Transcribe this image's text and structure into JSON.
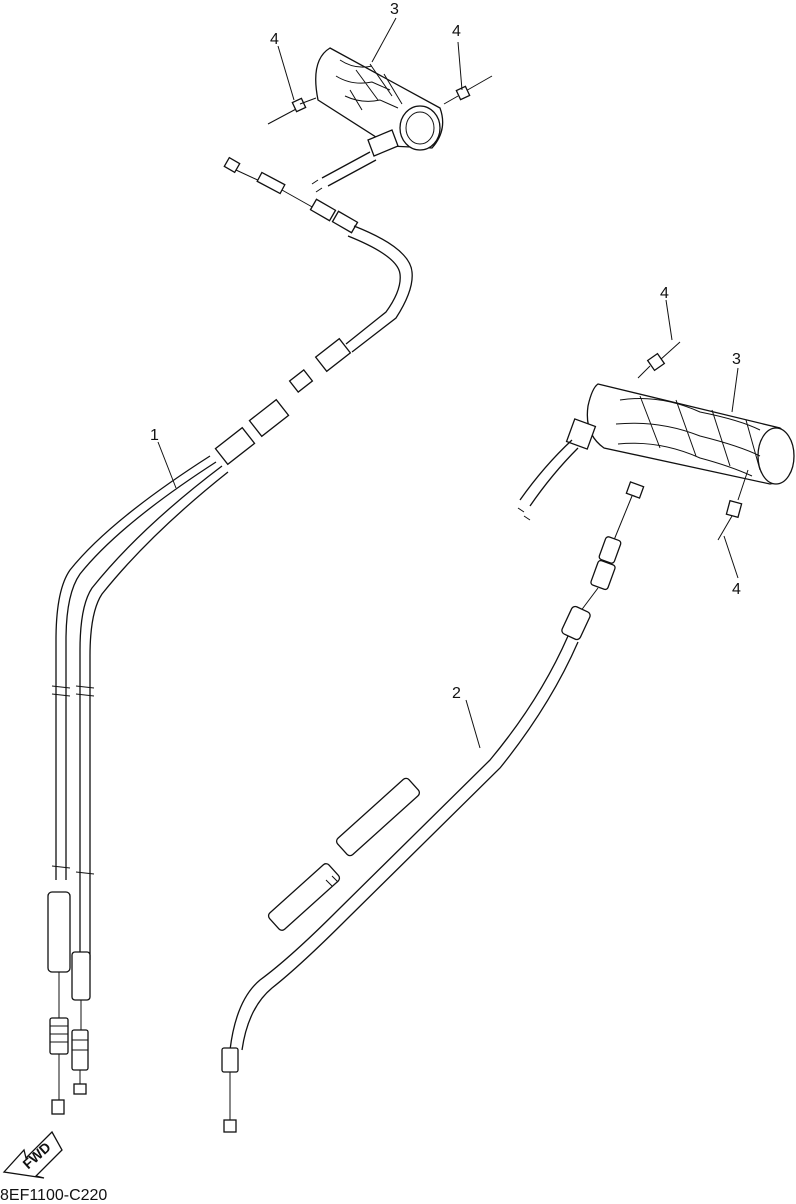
{
  "diagram": {
    "drawing_code": "8EF1100-C220",
    "direction_label": "FWD",
    "callouts": {
      "cable_1": "1",
      "cable_2": "2",
      "grip_left": "3",
      "grip_right": "3",
      "rivet_left_a": "4",
      "rivet_left_b": "4",
      "rivet_right_top": "4",
      "rivet_right_bottom": "4"
    }
  }
}
